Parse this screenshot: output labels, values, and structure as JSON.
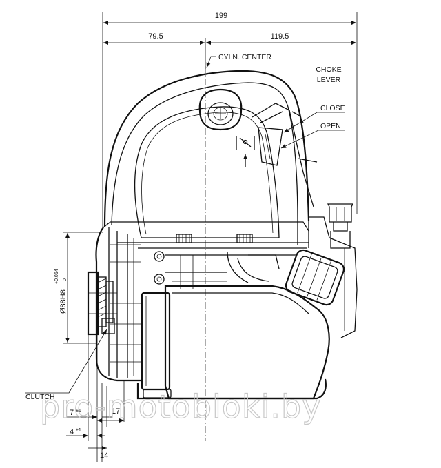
{
  "dimensions": {
    "overall_width": "199",
    "left_of_center": "79.5",
    "right_of_center": "119.5",
    "shaft_fit": "Ø88H8",
    "shaft_tol_upper": "+0.054",
    "shaft_tol_lower": "0",
    "dim_7": "7",
    "dim_7_tol": "±1",
    "dim_17": "17",
    "dim_4": "4",
    "dim_4_tol": "±1",
    "dim_14": "14"
  },
  "labels": {
    "cylinder_center": "CYLN. CENTER",
    "choke_lever_line1": "CHOKE",
    "choke_lever_line2": "LEVER",
    "close": "CLOSE",
    "open": "OPEN",
    "clutch": "CLUTCH"
  },
  "watermark": "pro-motobloki.by"
}
